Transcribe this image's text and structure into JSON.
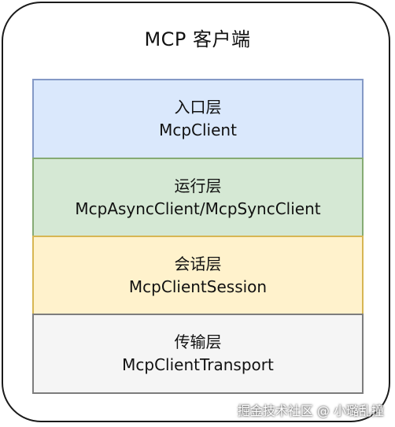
{
  "diagram": {
    "title": "MCP 客户端",
    "layers": [
      {
        "name": "入口层",
        "component": "McpClient",
        "fill": "#dae8fc",
        "stroke": "#8499c6"
      },
      {
        "name": "运行层",
        "component": "McpAsyncClient/McpSyncClient",
        "fill": "#d5e8d4",
        "stroke": "#86ab74"
      },
      {
        "name": "会话层",
        "component": "McpClientSession",
        "fill": "#fff2cc",
        "stroke": "#d7b653"
      },
      {
        "name": "传输层",
        "component": "McpClientTransport",
        "fill": "#f5f5f5",
        "stroke": "#7d7d7d"
      }
    ]
  },
  "watermark": "掘金技术社区 @ 小璐乱撞"
}
